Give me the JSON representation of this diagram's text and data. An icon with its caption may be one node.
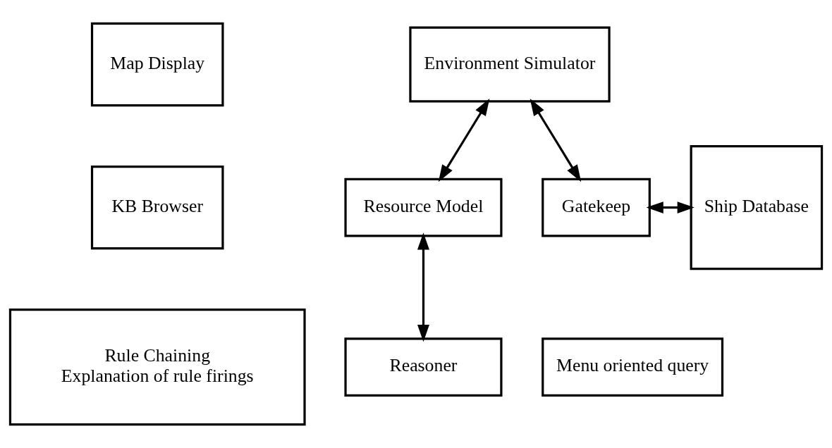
{
  "diagram": {
    "nodes": [
      {
        "text": [
          "Map Display"
        ]
      },
      {
        "text": [
          "KB Browser"
        ]
      },
      {
        "text": [
          "Rule Chaining",
          "Explanation of rule firings"
        ]
      },
      {
        "text": [
          "Environment Simulator"
        ]
      },
      {
        "text": [
          "Resource Model"
        ]
      },
      {
        "text": [
          "Reasoner"
        ]
      },
      {
        "text": [
          "Gatekeep"
        ]
      },
      {
        "text": [
          "Ship Database"
        ]
      },
      {
        "text": [
          "Menu oriented query"
        ]
      }
    ],
    "edges": [
      {
        "from": 3,
        "to": 4,
        "arrow": "both"
      },
      {
        "from": 4,
        "to": 5,
        "arrow": "both"
      },
      {
        "from": 3,
        "to": 6,
        "arrow": "both"
      },
      {
        "from": 6,
        "to": 7,
        "arrow": "both"
      }
    ]
  }
}
